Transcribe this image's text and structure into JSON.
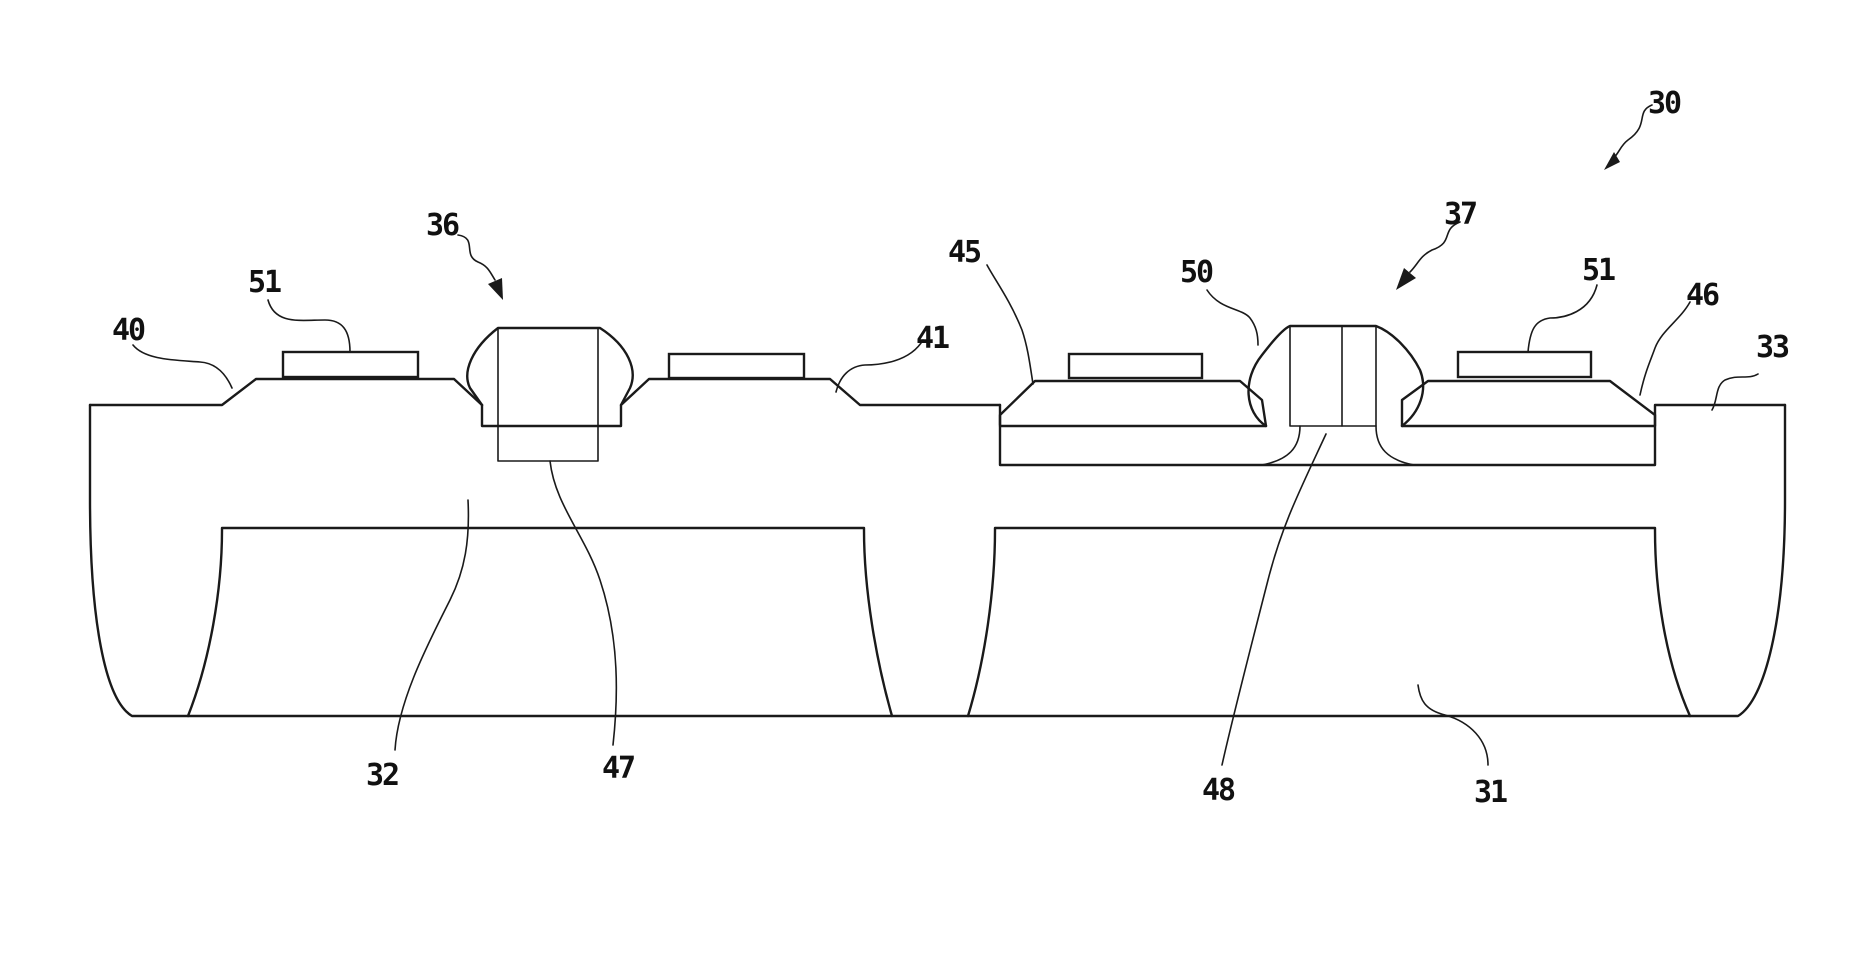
{
  "colors": {
    "line": "#1a1a1a",
    "background": "#ffffff"
  },
  "labels": {
    "ref_30": "30",
    "ref_36": "36",
    "ref_37": "37",
    "ref_40": "40",
    "ref_51_left": "51",
    "ref_41": "41",
    "ref_45": "45",
    "ref_50": "50",
    "ref_51_right": "51",
    "ref_46": "46",
    "ref_33": "33",
    "ref_32": "32",
    "ref_47": "47",
    "ref_48": "48",
    "ref_31": "31"
  }
}
